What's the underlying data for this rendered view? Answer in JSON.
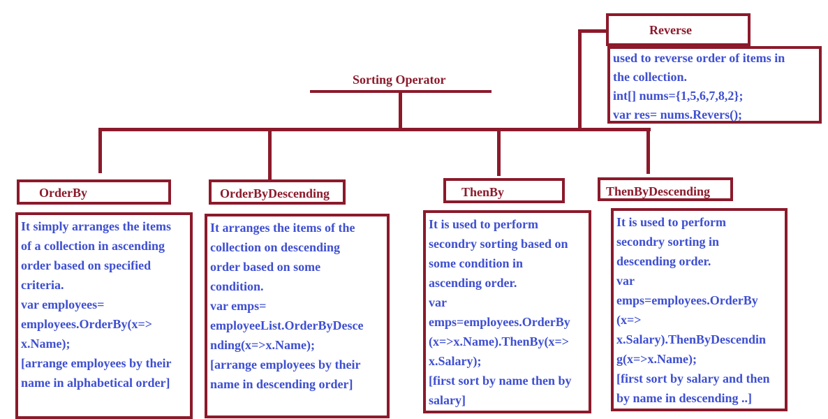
{
  "root": {
    "label": "Sorting Operator"
  },
  "colors": {
    "accent": "#8b1a2b",
    "text": "#3e4fd0"
  },
  "nodes": {
    "reverse": {
      "title": "Reverse",
      "lines": [
        "used to reverse order of items in",
        "the collection.",
        "int[] nums={1,5,6,7,8,2};",
        "var res= nums.Revers();"
      ]
    },
    "orderby": {
      "title": "OrderBy",
      "lines": [
        "It simply arranges the items",
        "of a collection in ascending",
        "order based on specified",
        "criteria.",
        "var employees=",
        "employees.OrderBy(x=>",
        "x.Name);",
        "[arrange employees by their",
        "name in alphabetical order]"
      ]
    },
    "orderbydesc": {
      "title": "OrderByDescending",
      "lines": [
        "It arranges the items of the",
        "collection on descending",
        "order based on some",
        "condition.",
        "var emps=",
        "employeeList.OrderByDesce",
        "nding(x=>x.Name);",
        "[arrange employees by their",
        "name in descending order]"
      ]
    },
    "thenby": {
      "title": "ThenBy",
      "lines": [
        "It is used to perform",
        "secondry sorting based on",
        "some condition in",
        "ascending order.",
        "var",
        "emps=employees.OrderBy",
        "(x=>x.Name).ThenBy(x=>",
        "x.Salary);",
        "[first sort by name then by",
        "salary]"
      ]
    },
    "thenbydesc": {
      "title": "ThenByDescending",
      "lines": [
        "It is used to perform",
        "secondry sorting in",
        "descending order.",
        "var",
        "emps=employees.OrderBy",
        "(x=>",
        "x.Salary).ThenByDescendin",
        "g(x=>x.Name);",
        "[first sort by salary and then",
        "by name in descending ..]"
      ]
    }
  }
}
